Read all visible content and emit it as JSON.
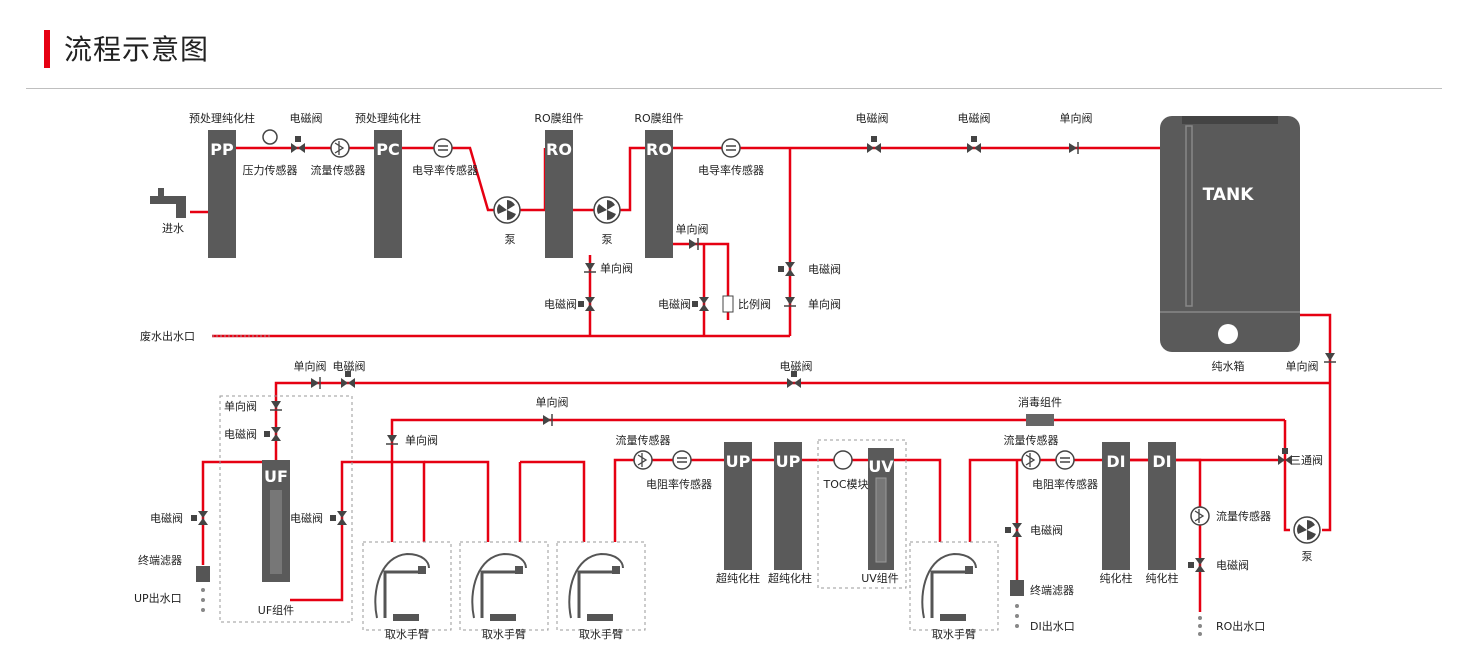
{
  "header": {
    "title": "流程示意图"
  },
  "colors": {
    "pipe": "#e60012",
    "column": "#5a5a5a",
    "dashed": "#999999"
  },
  "columns": {
    "pp": "PP",
    "pc": "PC",
    "ro1": "RO",
    "ro2": "RO",
    "uf": "UF",
    "up1": "UP",
    "up2": "UP",
    "uv": "UV",
    "di1": "DI",
    "di2": "DI"
  },
  "tank": {
    "label": "TANK",
    "name": "纯水箱"
  },
  "labels": {
    "pretreat1": "预处理纯化柱",
    "solenoid_top1": "电磁阀",
    "pretreat2": "预处理纯化柱",
    "ro_module1": "RO膜组件",
    "ro_module2": "RO膜组件",
    "solenoid_top2": "电磁阀",
    "solenoid_top3": "电磁阀",
    "check_top": "单向阀",
    "pressure_sensor": "压力传感器",
    "flow_sensor1": "流量传感器",
    "conductivity1": "电导率传感器",
    "conductivity2": "电导率传感器",
    "inlet": "进水",
    "pump1": "泵",
    "pump2": "泵",
    "check_ro2": "单向阀",
    "check_ro1": "单向阀",
    "solenoid_ro1": "电磁阀",
    "solenoid_ro2": "电磁阀",
    "proportional": "比例阀",
    "solenoid_right": "电磁阀",
    "check_right": "单向阀",
    "waste_outlet": "废水出水口",
    "check_uf_top": "单向阀",
    "solenoid_uf_top": "电磁阀",
    "solenoid_return": "电磁阀",
    "check_return": "单向阀",
    "check_uf_in": "单向阀",
    "solenoid_uf_in": "电磁阀",
    "disinfect": "消毒组件",
    "check_loop": "单向阀",
    "flow_sensor2": "流量传感器",
    "flow_sensor3": "流量传感器",
    "resistivity1": "电阻率传感器",
    "resistivity2": "电阻率传感器",
    "three_way": "三通阀",
    "check_tank": "单向阀",
    "solenoid_up_out": "电磁阀",
    "final_filter1": "终端滤器",
    "up_outlet": "UP出水口",
    "solenoid_uf": "电磁阀",
    "uf_module": "UF组件",
    "arm1": "取水手臂",
    "arm2": "取水手臂",
    "arm3": "取水手臂",
    "arm4": "取水手臂",
    "ultra1": "超纯化柱",
    "ultra2": "超纯化柱",
    "toc": "TOC模块",
    "uv_module": "UV组件",
    "solenoid_di": "电磁阀",
    "final_filter2": "终端滤器",
    "di_outlet": "DI出水口",
    "pure1": "纯化柱",
    "pure2": "纯化柱",
    "flow_sensor4": "流量传感器",
    "solenoid_ro_out": "电磁阀",
    "ro_outlet": "RO出水口",
    "pump3": "泵"
  }
}
